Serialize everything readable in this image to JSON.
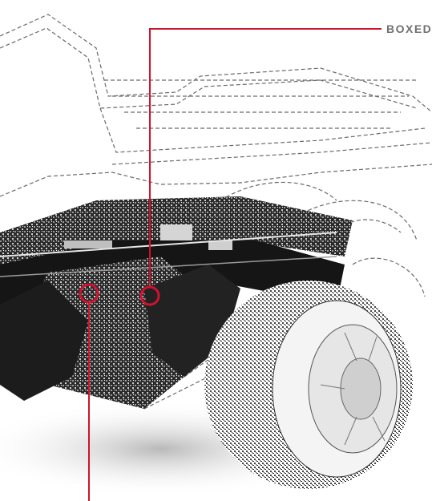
{
  "callout": {
    "label": "BOXED",
    "accent_color": "#d1112e"
  },
  "illustration": {
    "subject": "truck-frame-cutaway",
    "highlight_markers": 2
  }
}
